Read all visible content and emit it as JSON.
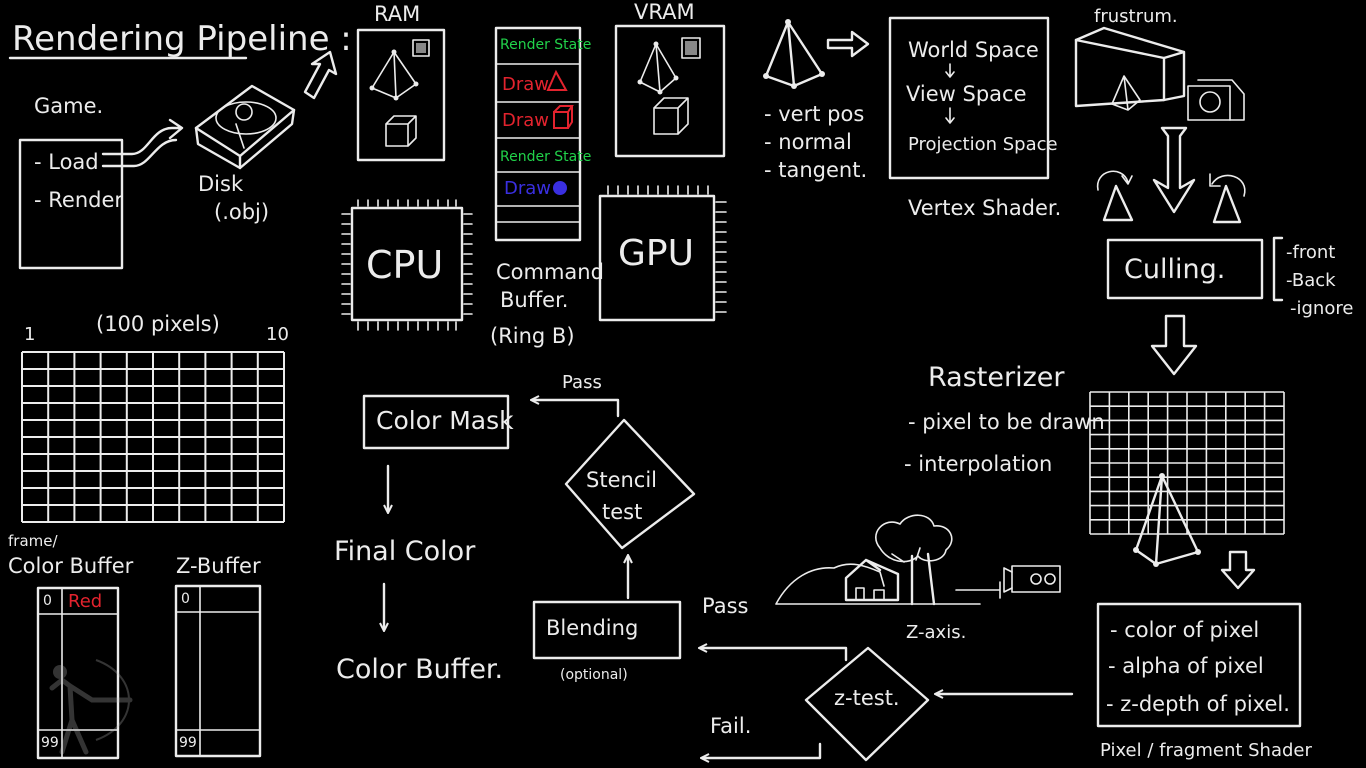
{
  "title": "Rendering Pipeline :",
  "game": {
    "label": "Game.",
    "items": [
      "- Load",
      "- Render"
    ]
  },
  "disk": {
    "label": "Disk",
    "ext": "(.obj)"
  },
  "ram": {
    "label": "RAM"
  },
  "vram": {
    "label": "VRAM"
  },
  "cpu": {
    "label": "CPU"
  },
  "gpu": {
    "label": "GPU"
  },
  "command_buffer": {
    "rows": [
      {
        "text": "Render State",
        "color": "#21d24a"
      },
      {
        "text": "Draw",
        "color": "#e3232e"
      },
      {
        "text": "Draw",
        "color": "#e3232e"
      },
      {
        "text": "Render State",
        "color": "#21d24a"
      },
      {
        "text": "Draw",
        "color": "#3a2fe0"
      }
    ],
    "caption_line1": "Command",
    "caption_line2": "Buffer.",
    "caption_line3": "(Ring B)"
  },
  "vertex_attributes": [
    "- vert pos",
    "- normal",
    "- tangent."
  ],
  "vertex_shader": {
    "spaces": [
      "World Space",
      "View Space",
      "Projection Space"
    ],
    "caption": "Vertex Shader."
  },
  "frustum": {
    "label": "frustrum."
  },
  "culling": {
    "label": "Culling.",
    "options": [
      "-front",
      "-Back",
      "-ignore"
    ]
  },
  "grid": {
    "caption": "(100 pixels)",
    "start": "1",
    "end": "10"
  },
  "rasterizer": {
    "title": "Rasterizer",
    "items": [
      "- pixel to be drawn",
      "- interpolation"
    ]
  },
  "color_buffer": {
    "label_top": "frame/",
    "label": "Color Buffer",
    "first_index": "0",
    "first_value": "Red",
    "last_index": "99"
  },
  "z_buffer": {
    "label": "Z-Buffer",
    "first_index": "0",
    "last_index": "99"
  },
  "color_mask": {
    "label": "Color Mask"
  },
  "stencil": {
    "line1": "Stencil",
    "line2": "test",
    "pass": "Pass"
  },
  "final_color": {
    "label": "Final Color"
  },
  "final_buffer": {
    "label": "Color Buffer."
  },
  "blending": {
    "label": "Blending",
    "note": "(optional)"
  },
  "ztest": {
    "label": "z-test.",
    "pass": "Pass",
    "fail": "Fail."
  },
  "zaxis": {
    "label": "Z-axis."
  },
  "fragment_shader": {
    "items": [
      "- color of pixel",
      "- alpha of pixel",
      "- z-depth of pixel."
    ],
    "caption": "Pixel / fragment Shader"
  }
}
